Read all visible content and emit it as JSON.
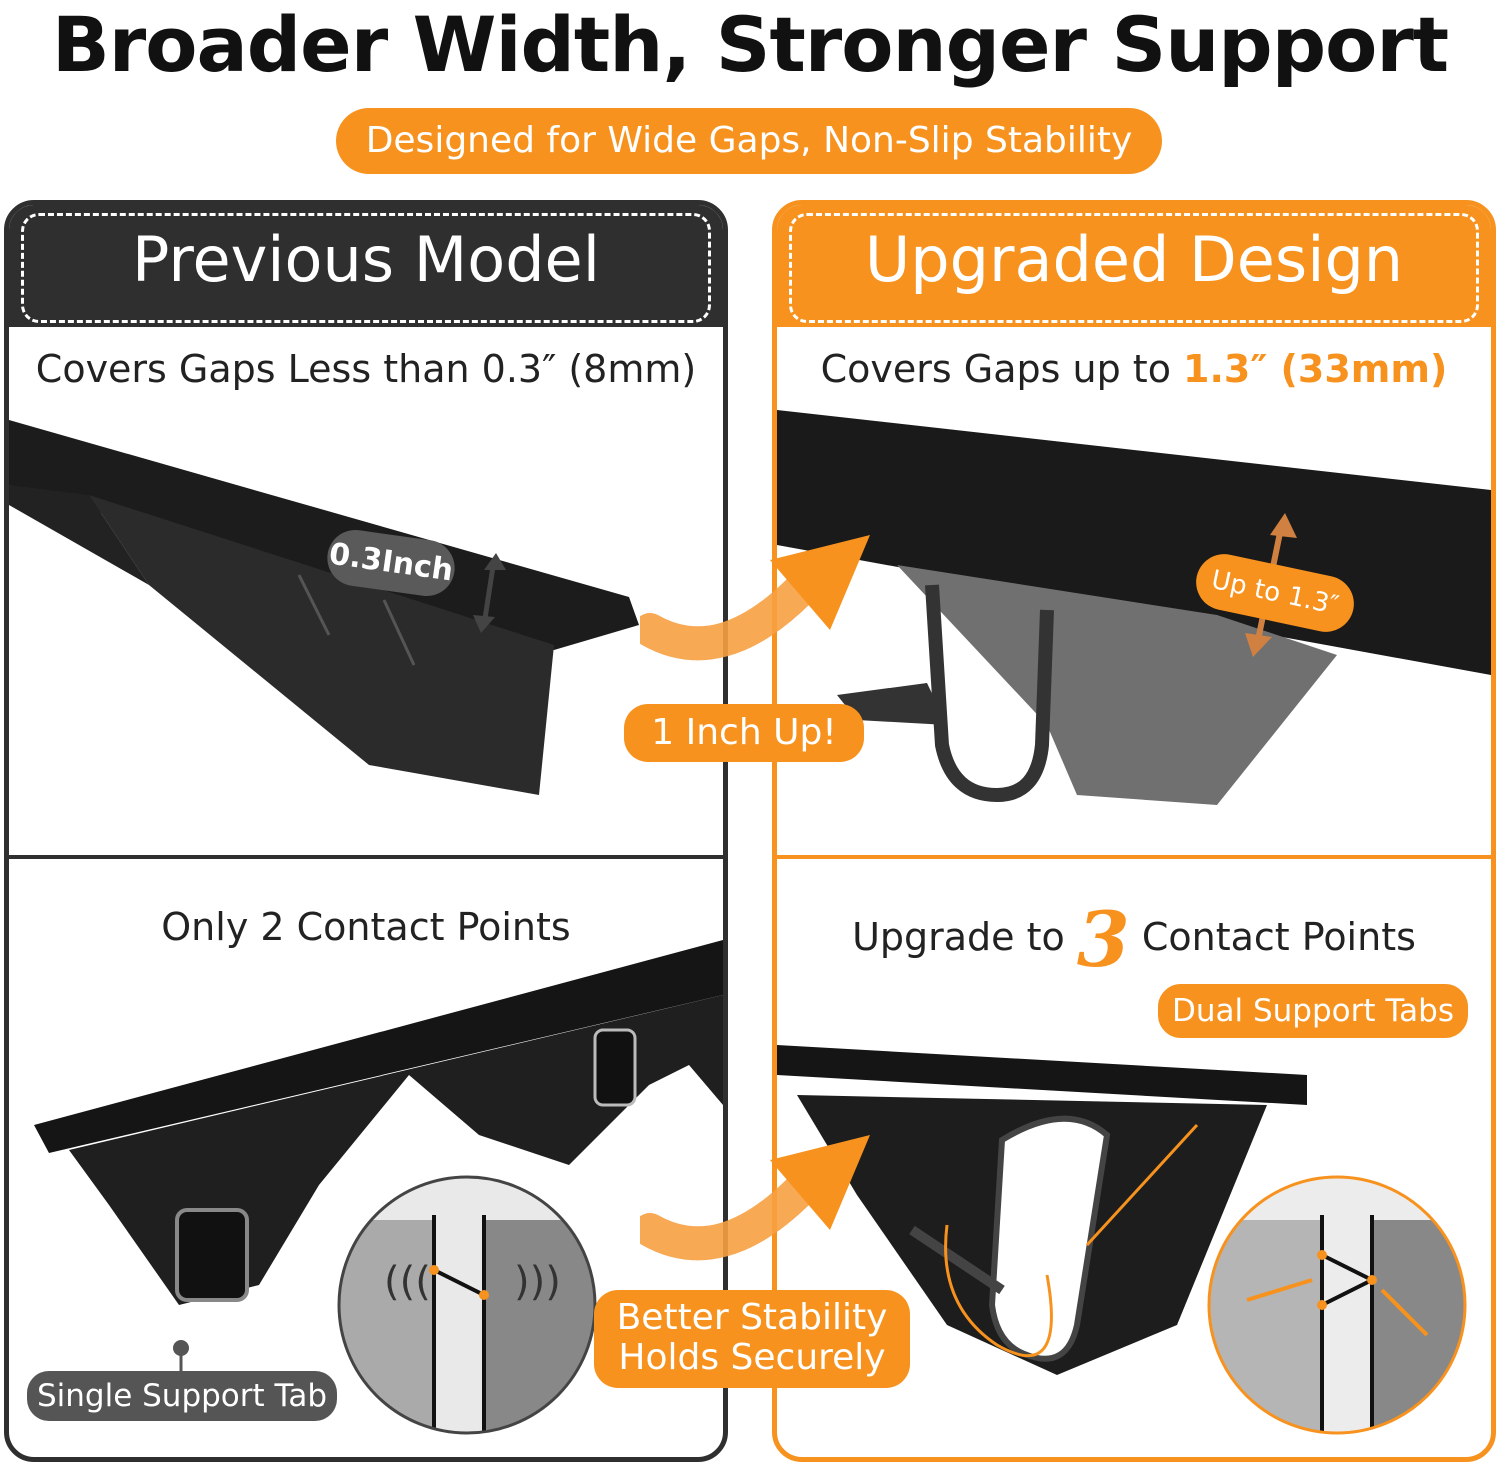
{
  "title": "Broader Width, Stronger Support",
  "subtitle": "Designed for Wide Gaps, Non-Slip Stability",
  "previous": {
    "heading": "Previous Model",
    "gap_caption": "Covers Gaps Less than 0.3″ (8mm)",
    "measure_label": "0.3Inch",
    "contact_caption": "Only 2 Contact Points",
    "tab_label": "Single Support Tab"
  },
  "upgraded": {
    "heading": "Upgraded Design",
    "gap_caption_prefix": "Covers Gaps up to ",
    "gap_caption_value": "1.3″ (33mm)",
    "measure_label": "Up to 1.3″",
    "contact_caption_prefix": "Upgrade to ",
    "contact_caption_number": "3",
    "contact_caption_suffix": " Contact Points",
    "tabs_label": "Dual Support Tabs"
  },
  "center": {
    "inch_up": "1 Inch Up!",
    "stability_line1": "Better Stability",
    "stability_line2": "Holds Securely"
  },
  "colors": {
    "accent": "#f7921e",
    "dark": "#2f2f2f"
  }
}
